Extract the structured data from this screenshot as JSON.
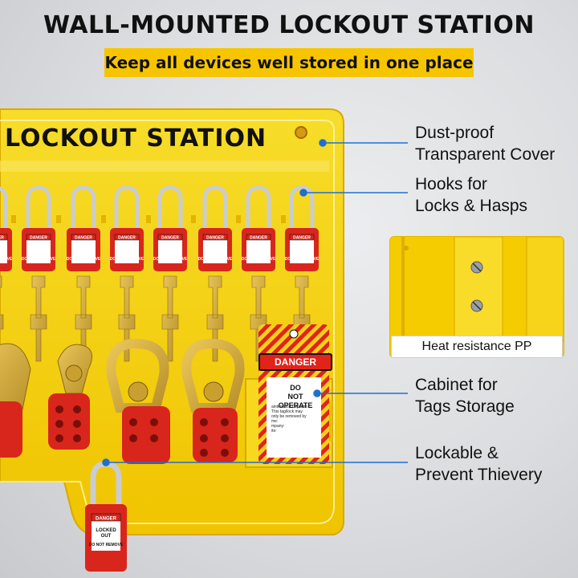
{
  "header": {
    "title": "WALL-MOUNTED LOCKOUT STATION",
    "subtitle": "Keep all devices well stored in one place"
  },
  "station": {
    "label": "LOCKOUT STATION",
    "padlock_text": {
      "danger": "DANGER",
      "locked": "LOCKED",
      "out": "OUT",
      "do_not_remove": "DO NOT REMOVE"
    },
    "tag": {
      "danger": "DANGER",
      "line1": "DO",
      "line2": "NOT",
      "line3": "OPERATE",
      "fine_print": [
        "aintenance Departm",
        "This tag/lock may",
        "only be removed by",
        "me:",
        "mpany:",
        "ite:"
      ]
    }
  },
  "callouts": [
    {
      "id": "dust-proof",
      "line1": "Dust-proof",
      "line2": "Transparent Cover"
    },
    {
      "id": "hooks",
      "line1": "Hooks for",
      "line2": "Locks & Hasps"
    },
    {
      "id": "cabinet",
      "line1": "Cabinet for",
      "line2": "Tags Storage"
    },
    {
      "id": "lockable",
      "line1": "Lockable &",
      "line2": "Prevent Thievery"
    }
  ],
  "inset": {
    "caption": "Heat resistance PP"
  },
  "colors": {
    "accent_yellow": "#f7c500",
    "board_yellow": "#f5d21a",
    "lock_red": "#d8261c",
    "callout_blue": "#1f6fd1"
  }
}
